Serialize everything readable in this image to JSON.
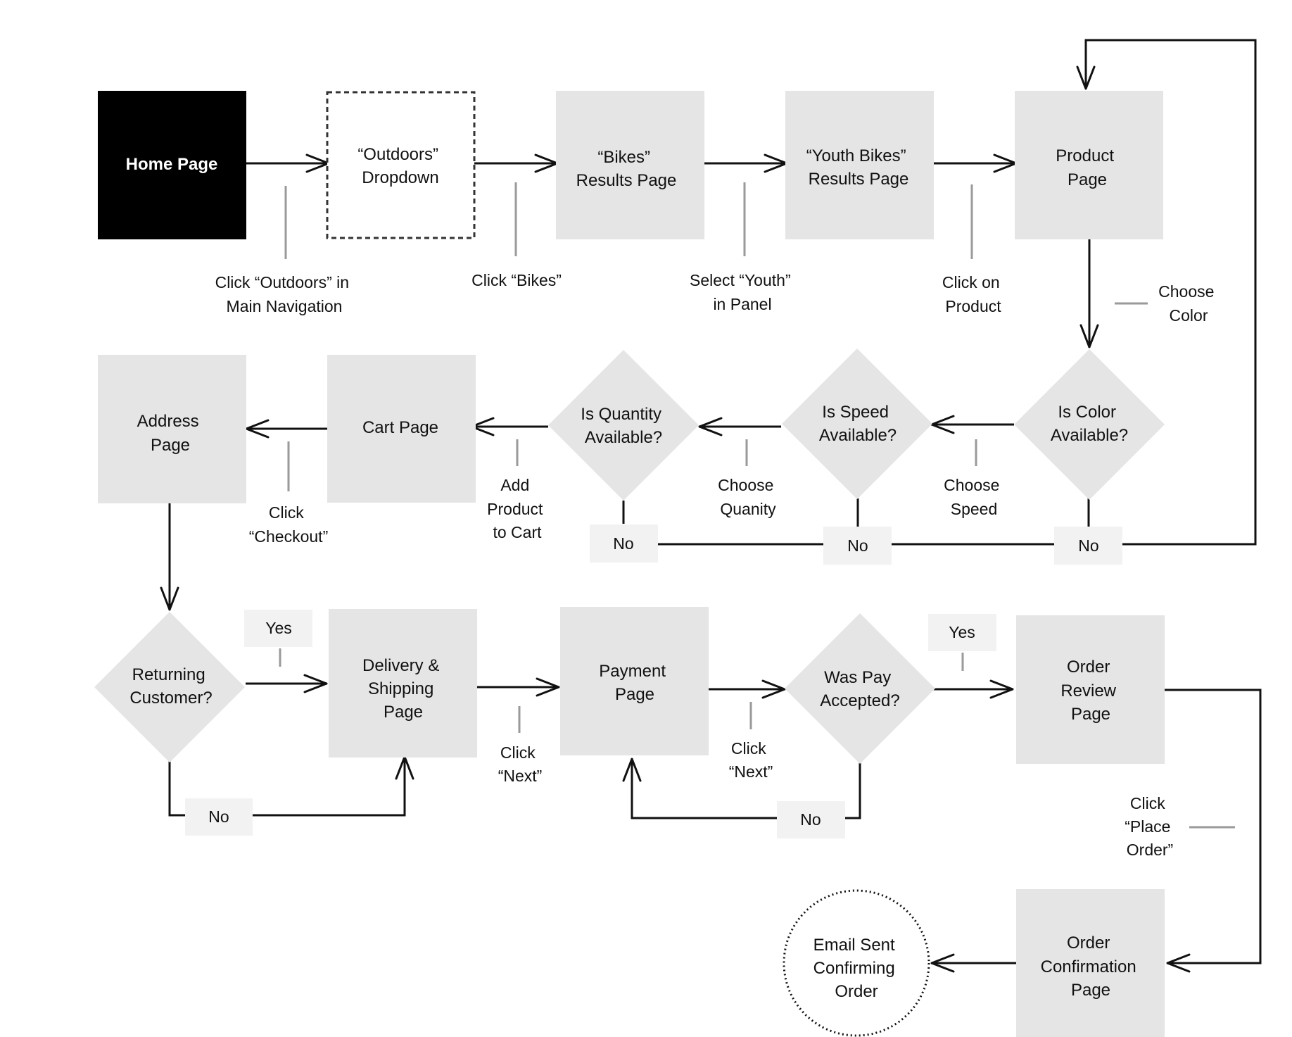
{
  "colors": {
    "node_fill": "#e6e5e5",
    "start_fill": "#000000",
    "tag_fill": "#f2f2f2",
    "line": "#111111",
    "tick": "#9a9a9a"
  },
  "nodes": {
    "home": "Home Page",
    "outdoors": [
      "“Outdoors”",
      "Dropdown"
    ],
    "bikes": [
      "“Bikes”",
      "Results Page"
    ],
    "youth": [
      "“Youth Bikes”",
      "Results Page"
    ],
    "product": [
      "Product",
      "Page"
    ],
    "is_color": [
      "Is Color",
      "Available?"
    ],
    "is_speed": [
      "Is Speed",
      "Available?"
    ],
    "is_quantity": [
      "Is Quantity",
      "Available?"
    ],
    "cart": "Cart Page",
    "address": [
      "Address",
      "Page"
    ],
    "returning": [
      "Returning",
      "Customer?"
    ],
    "delivery": [
      "Delivery &",
      "Shipping",
      "Page"
    ],
    "payment": [
      "Payment",
      "Page"
    ],
    "was_pay": [
      "Was Pay",
      "Accepted?"
    ],
    "order_review": [
      "Order",
      "Review",
      "Page"
    ],
    "order_confirmation": [
      "Order",
      "Confirmation",
      "Page"
    ],
    "email": [
      "Email Sent",
      "Confirming",
      "Order"
    ]
  },
  "actions": {
    "click_outdoors": [
      "Click “Outdoors” in",
      "Main Navigation"
    ],
    "click_bikes": "Click “Bikes”",
    "select_youth": [
      "Select “Youth”",
      "in Panel"
    ],
    "click_product": [
      "Click on",
      "Product"
    ],
    "choose_color": [
      "Choose",
      "Color"
    ],
    "choose_speed": [
      "Choose",
      "Speed"
    ],
    "choose_quantity": [
      "Choose",
      "Quanity"
    ],
    "add_to_cart": [
      "Add",
      "Product",
      "to Cart"
    ],
    "click_checkout": [
      "Click",
      "“Checkout”"
    ],
    "click_next_1": [
      "Click",
      "“Next”"
    ],
    "click_next_2": [
      "Click",
      "“Next”"
    ],
    "place_order": [
      "Click",
      "“Place",
      "Order”"
    ]
  },
  "tags": {
    "no_quantity": "No",
    "no_speed": "No",
    "no_color": "No",
    "yes_returning": "Yes",
    "no_returning": "No",
    "yes_pay": "Yes",
    "no_pay": "No"
  }
}
